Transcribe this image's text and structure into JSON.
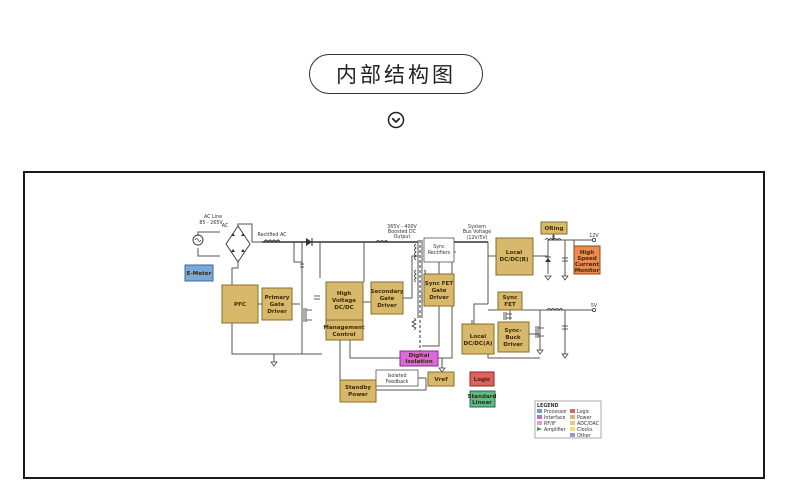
{
  "page_title": "内部结构图",
  "icons": {
    "expand": "chevron-down-circle-icon"
  },
  "labels": {
    "ac_line": "AC Line",
    "ac_range": "85 - 265V",
    "ac": "AC",
    "rectified_ac": "Rectified AC",
    "boosted_1": "365V - 400V",
    "boosted_2": "Boosted DC",
    "boosted_3": "Output",
    "system_1": "System",
    "system_2": "Bus Voltage",
    "system_3": "(12V/5V)",
    "v12": "12V",
    "v5": "5V",
    "isolated_1": "Isolated",
    "isolated_2": "Feedback"
  },
  "blocks": {
    "emeter": "E-Meter",
    "pfc": "PFC",
    "pgd_1": "Primary",
    "pgd_2": "Gate",
    "pgd_3": "Driver",
    "hv_1": "High",
    "hv_2": "Voltage",
    "hv_3": "DC/DC",
    "sgd_1": "Secondary",
    "sgd_2": "Gate",
    "sgd_3": "Driver",
    "mc_1": "Management",
    "mc_2": "Control",
    "sr_1": "Sync",
    "sr_2": "Rectifiers",
    "sfg_1": "Sync FET",
    "sfg_2": "Gate",
    "sfg_3": "Driver",
    "di_1": "Digital",
    "di_2": "Isolation",
    "sp_1": "Standby",
    "sp_2": "Power",
    "vref": "Vref",
    "logic": "Logic",
    "sl_1": "Standard",
    "sl_2": "Linear",
    "oring": "ORing",
    "ldb_1": "Local",
    "ldb_2": "DC/DC(B)",
    "hscm_1": "High",
    "hscm_2": "Speed",
    "hscm_3": "Current",
    "hscm_4": "Monitor",
    "sf_1": "Sync",
    "sf_2": "FET",
    "lda_1": "Local",
    "lda_2": "DC/DC(A)",
    "sbd_1": "Sync-",
    "sbd_2": "Buck",
    "sbd_3": "Driver"
  },
  "legend": {
    "title": "LEGEND",
    "items": [
      {
        "label": "Processor",
        "color": "#6a9fd4"
      },
      {
        "label": "Interface",
        "color": "#c86bc8"
      },
      {
        "label": "RF/IF",
        "color": "#e8a0c0"
      },
      {
        "label": "Amplifier",
        "color": "#3aa04a"
      },
      {
        "label": "Logic",
        "color": "#e06060"
      },
      {
        "label": "Power",
        "color": "#d8b86a"
      },
      {
        "label": "ADC/DAC",
        "color": "#e8c880"
      },
      {
        "label": "Clocks",
        "color": "#f0e07a"
      },
      {
        "label": "Other",
        "color": "#9a9ac0"
      }
    ]
  },
  "colors": {
    "power": "#d8b86a",
    "processor": "#7aa8d8",
    "interface": "#d96ad9",
    "logic": "#e06060",
    "linear": "#5fb88a",
    "monitor": "#f08a50"
  }
}
